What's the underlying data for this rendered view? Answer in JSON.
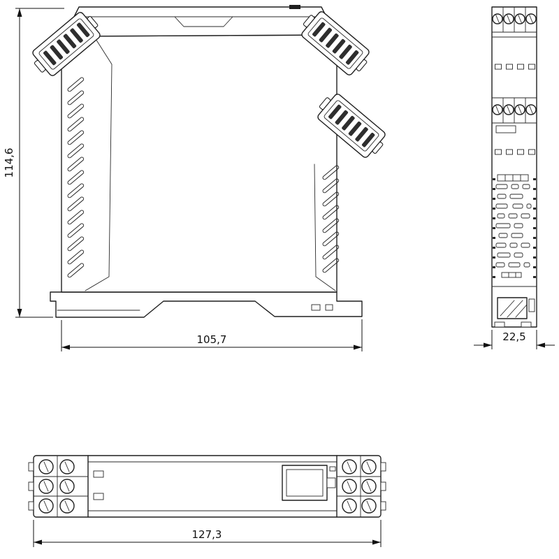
{
  "drawing": {
    "dimensions": {
      "side_height_mm": "114,6",
      "side_width_mm": "105,7",
      "front_width_mm": "22,5",
      "length_mm": "127,3"
    }
  }
}
